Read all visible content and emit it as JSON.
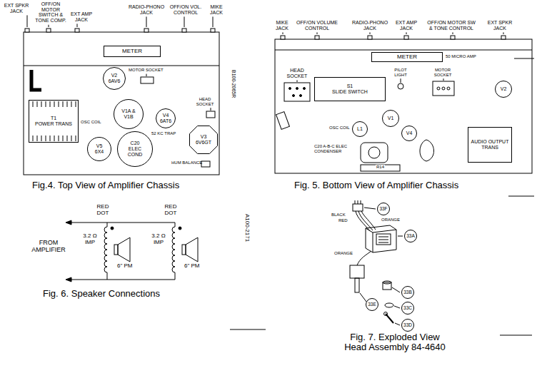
{
  "diagram": {
    "nodes": [
      {
        "text": [
          "METER"
        ]
      },
      {
        "text": [
          "V2",
          "6AV6"
        ]
      },
      {
        "text": [
          "V1A & V1B"
        ]
      },
      {
        "text": [
          "V4",
          "6AT6"
        ]
      },
      {
        "text": [
          "V5",
          "6X4"
        ]
      },
      {
        "text": [
          "C20",
          "ELEC COND"
        ]
      },
      {
        "text": [
          "V3",
          "6V6GT"
        ]
      },
      {
        "text": [
          "T1",
          "POWER TRANS"
        ]
      },
      {
        "text": [
          "METER"
        ]
      },
      {
        "text": [
          "S1",
          "SLIDE SWITCH"
        ]
      },
      {
        "text": [
          "V2"
        ]
      },
      {
        "text": [
          "V1"
        ]
      },
      {
        "text": [
          "L1"
        ]
      },
      {
        "text": [
          "V4"
        ]
      },
      {
        "text": [
          "AUDIO OUTPUT TRANS"
        ]
      },
      {
        "text": [
          "33F"
        ]
      },
      {
        "text": [
          "33A"
        ]
      },
      {
        "text": [
          "33B"
        ]
      },
      {
        "text": [
          "33E"
        ]
      },
      {
        "text": [
          "33C"
        ]
      },
      {
        "text": [
          "33D"
        ]
      }
    ],
    "labels": [
      "EXT SPKR JACK",
      "OFF/ON MOTOR SWITCH & TONE COMP.",
      "EXT AMP JACK",
      "RADIO-PHONO JACK",
      "OFF/ON VOL. CONTROL",
      "MIKE JACK",
      "B100-2065R",
      "MOTOR SOCKET",
      "OSC COIL",
      "52 KC TRAP",
      "HEAD SOCKET",
      "HUM BALANCE",
      "Fig.4. Top View of Amplifier Chassis",
      "MIKE JACK",
      "OFF/ON VOLUME CONTROL",
      "RADIO-PHONO JACK",
      "EXT AMP JACK",
      "OFF/ON MOTOR SW & TONE CONTROL",
      "EXT SPKR JACK",
      "50 MICRO AMP",
      "HEAD SOCKET",
      "PILOT LIGHT",
      "MOTOR SOCKET",
      "OSC COIL",
      "C20 A-B-C ELEC CONDENSER",
      "R14",
      "Fig. 5. Bottom View of Amplifier Chassis",
      "RED DOT",
      "RED DOT",
      "FROM AMPLIFIER",
      "3.2 Ω IMP",
      "6\" PM",
      "3.2 Ω IMP",
      "6\" PM",
      "A100-2171",
      "Fig. 6. Speaker Connections",
      "BLACK",
      "RED",
      "ORANGE",
      "ORANGE",
      "Fig. 7. Exploded View Head Assembly 84-4640"
    ]
  }
}
